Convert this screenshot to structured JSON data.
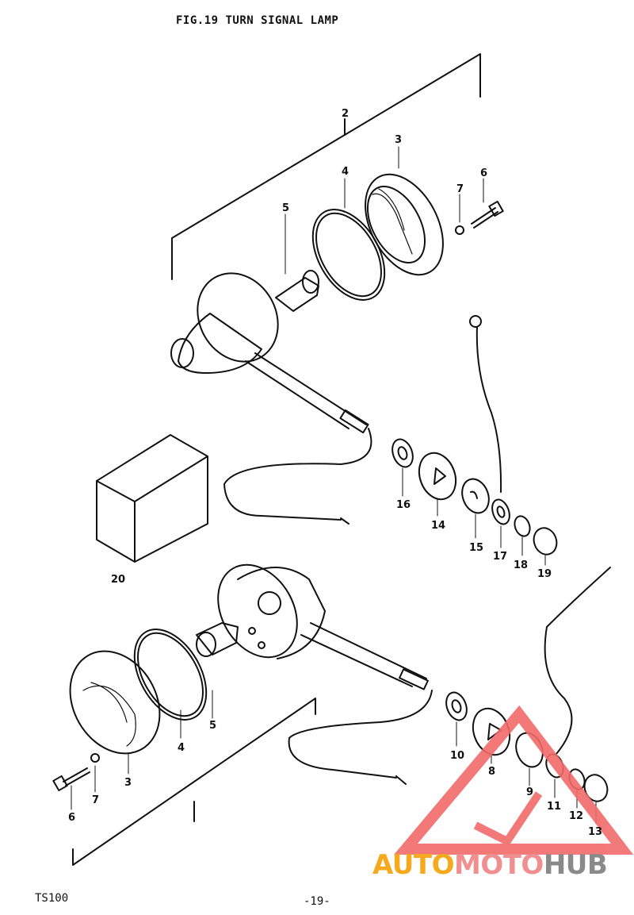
{
  "title": "FIG.19  TURN SIGNAL LAMP",
  "footer": {
    "model": "TS100",
    "page": "-19-"
  },
  "watermark": {
    "part1": "AUTO",
    "part2": "MOTO",
    "part3": "HUB",
    "colors": {
      "auto": "#f6a91c",
      "moto": "#f08f8f",
      "hub": "#8a8a8a",
      "triangle": "#f26b6b"
    }
  },
  "callouts": {
    "top": [
      "2",
      "3",
      "4",
      "5",
      "6",
      "7",
      "16",
      "14",
      "15",
      "17",
      "18",
      "19",
      "20"
    ],
    "bottom": [
      "5",
      "4",
      "3",
      "6",
      "7",
      "10",
      "8",
      "9",
      "11",
      "12",
      "13"
    ]
  }
}
